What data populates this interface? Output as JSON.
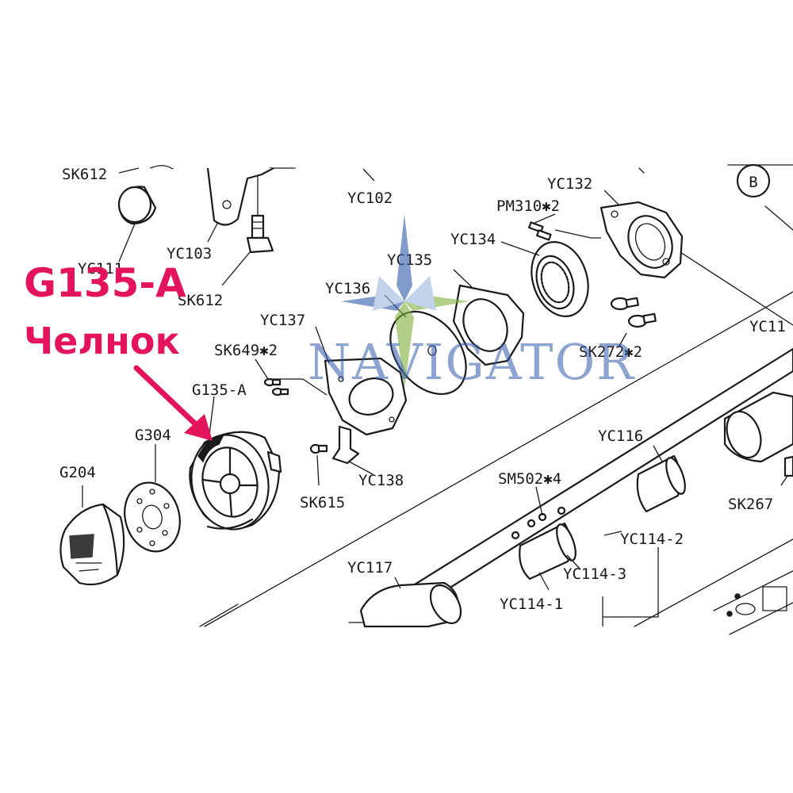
{
  "callout": {
    "title": "G135-A",
    "subtitle": "Челнок",
    "color": "#e4145c"
  },
  "watermark": {
    "text": "NAVIGATOR",
    "color": "#2f5aa8",
    "accent": "#7fb03a"
  },
  "section_marker": "B",
  "part_labels": {
    "sk612_top": "SK612",
    "yc111": "YC111",
    "yc103": "YC103",
    "sk612_screw": "SK612",
    "yc102": "YC102",
    "yc132": "YC132",
    "pm310": "PM310✱2",
    "yc134": "YC134",
    "yc135": "YC135",
    "yc136": "YC136",
    "yc137": "YC137",
    "sk272": "SK272✱2",
    "yc11_right": "YC11",
    "sk649": "SK649✱2",
    "g135a": "G135-A",
    "g304": "G304",
    "g204": "G204",
    "yc138": "YC138",
    "sk615": "SK615",
    "yc116": "YC116",
    "sm502": "SM502✱4",
    "sk267": "SK267",
    "yc114_2": "YC114-2",
    "yc114_3": "YC114-3",
    "yc117": "YC117",
    "yc114_1": "YC114-1"
  }
}
